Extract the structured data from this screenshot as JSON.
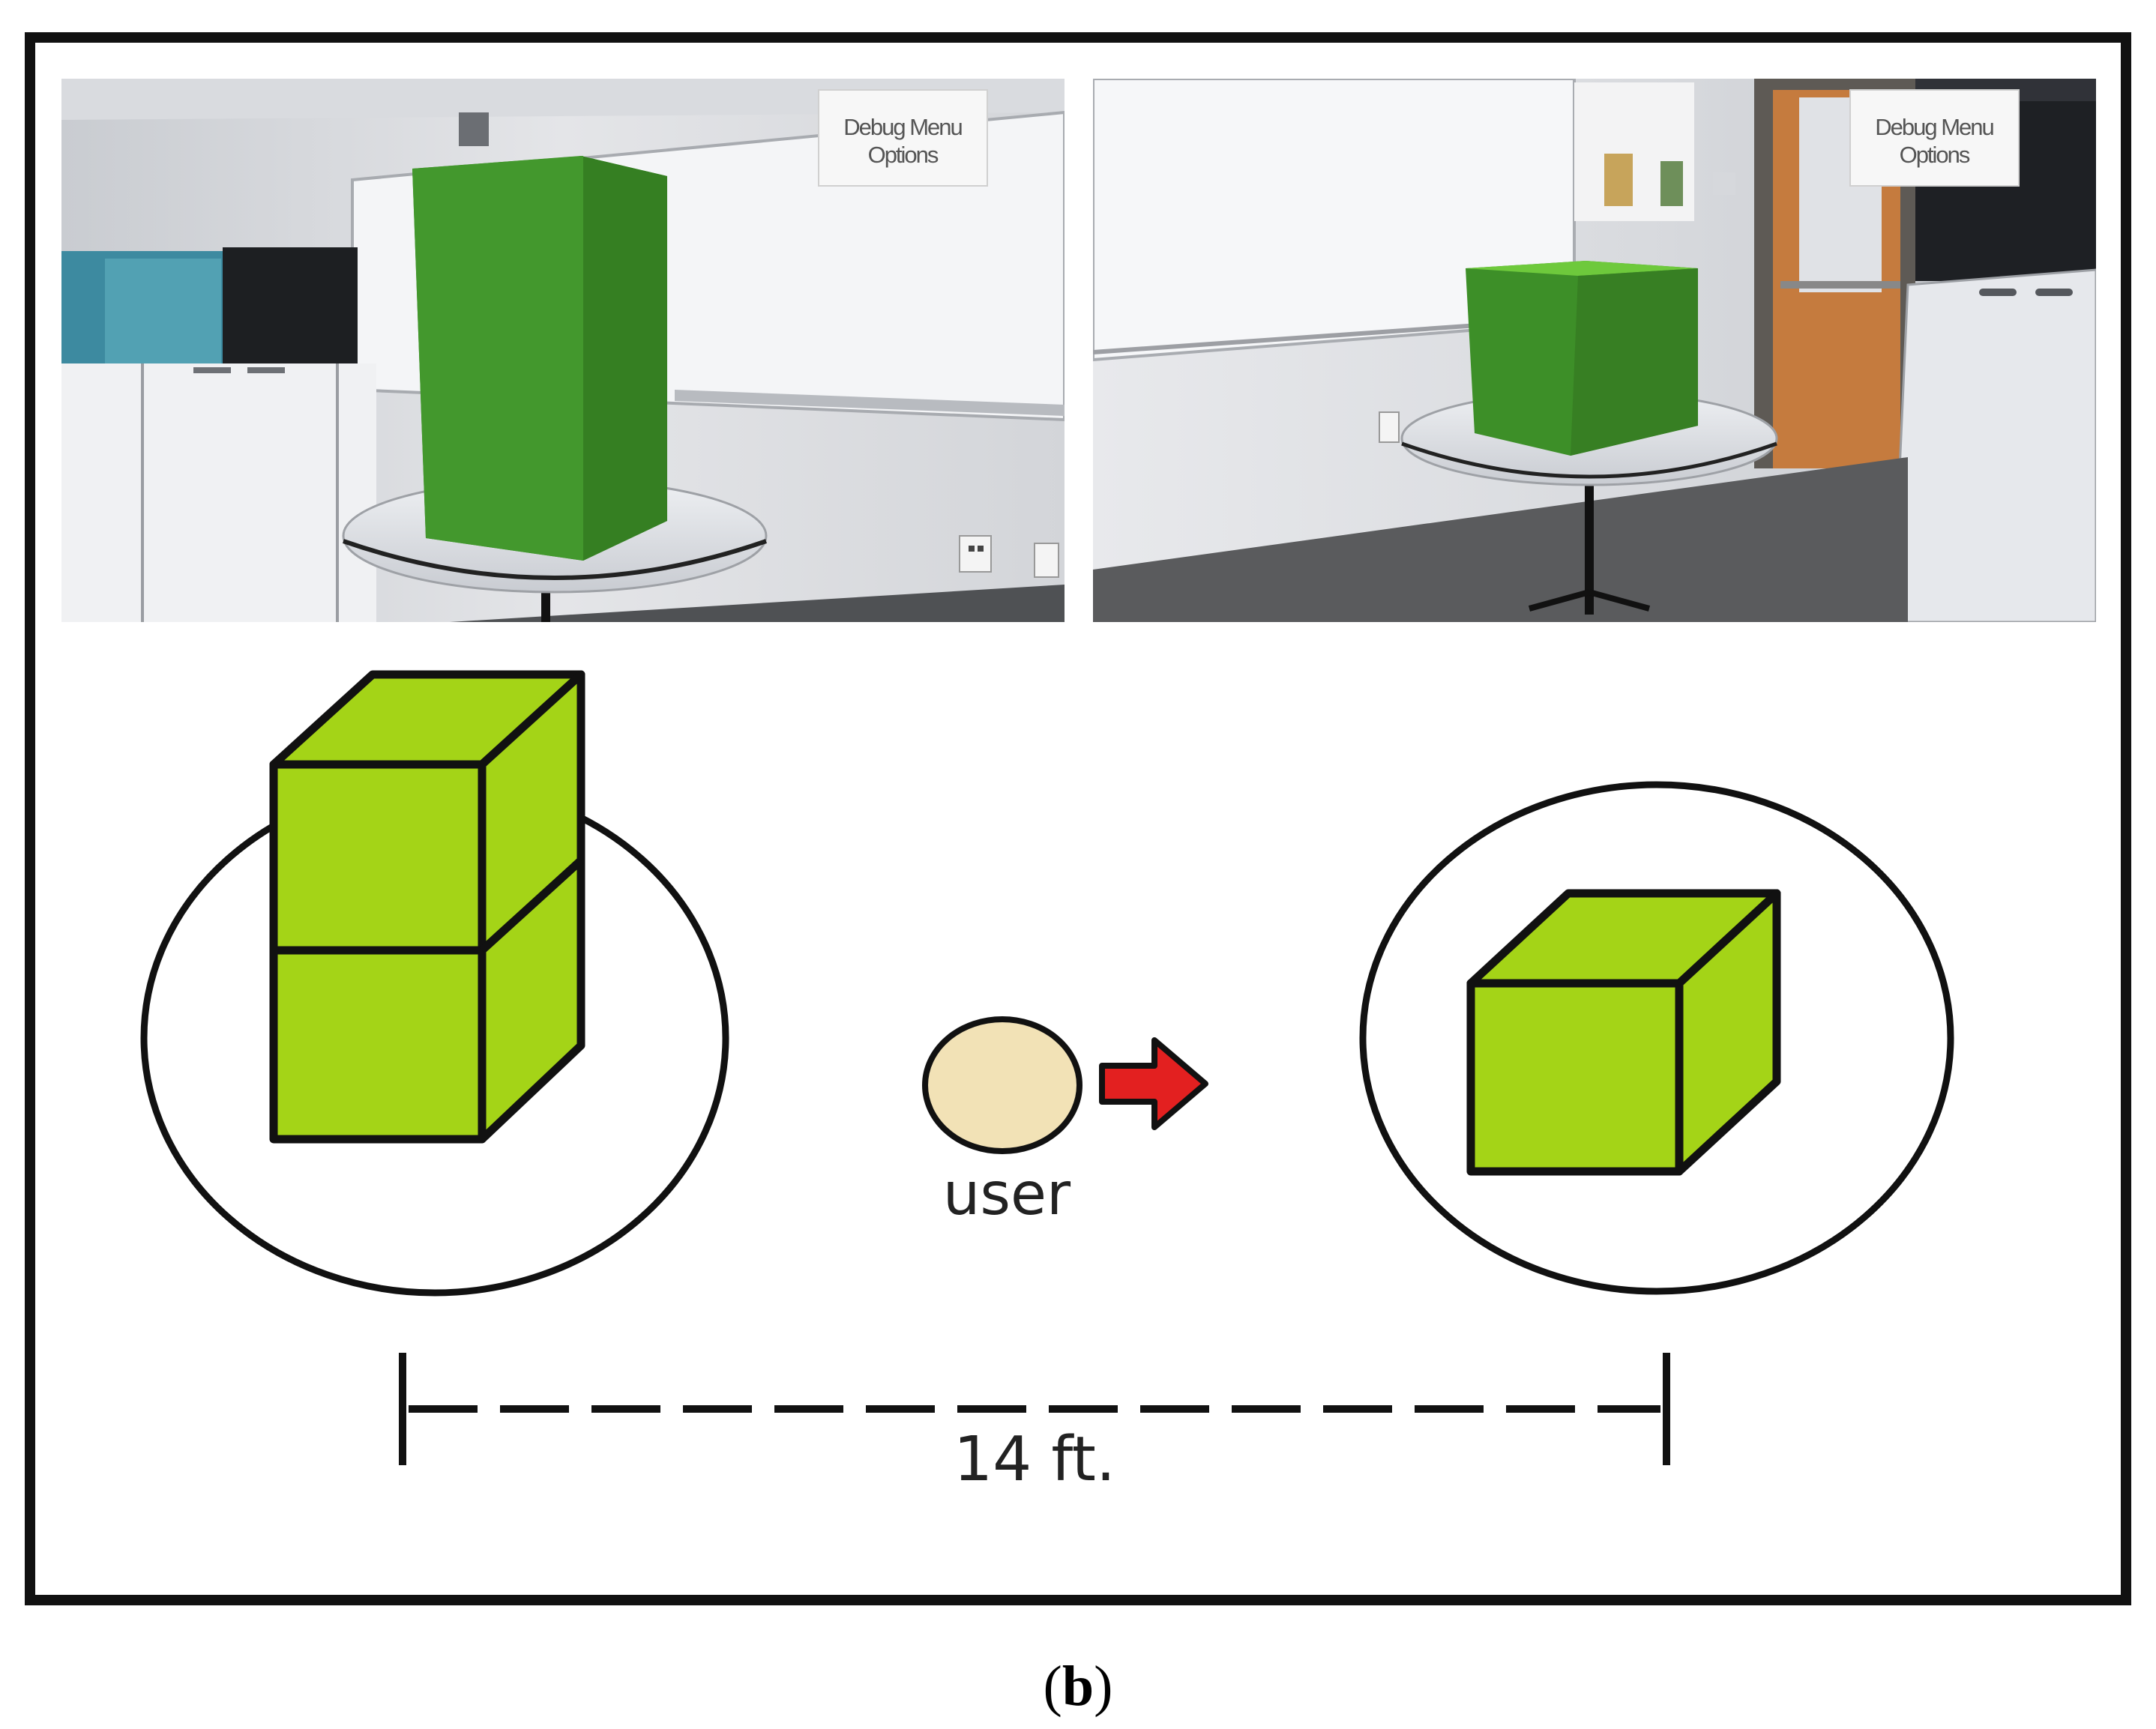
{
  "photos": [
    {
      "debug_menu": {
        "line1": "Debug Menu",
        "line2": "Options"
      }
    },
    {
      "debug_menu": {
        "line1": "Debug Menu",
        "line2": "Options"
      }
    }
  ],
  "diagram": {
    "user_label": "user",
    "distance_label": "14 ft."
  },
  "caption": {
    "open": "(",
    "letter": "b",
    "close": ")"
  },
  "colors": {
    "frame": "#111111",
    "cube_fill": "#a4d417",
    "ar_cube_green": "#3d8f28",
    "user_fill": "#f2e2b6",
    "arrow_red": "#e32020"
  }
}
